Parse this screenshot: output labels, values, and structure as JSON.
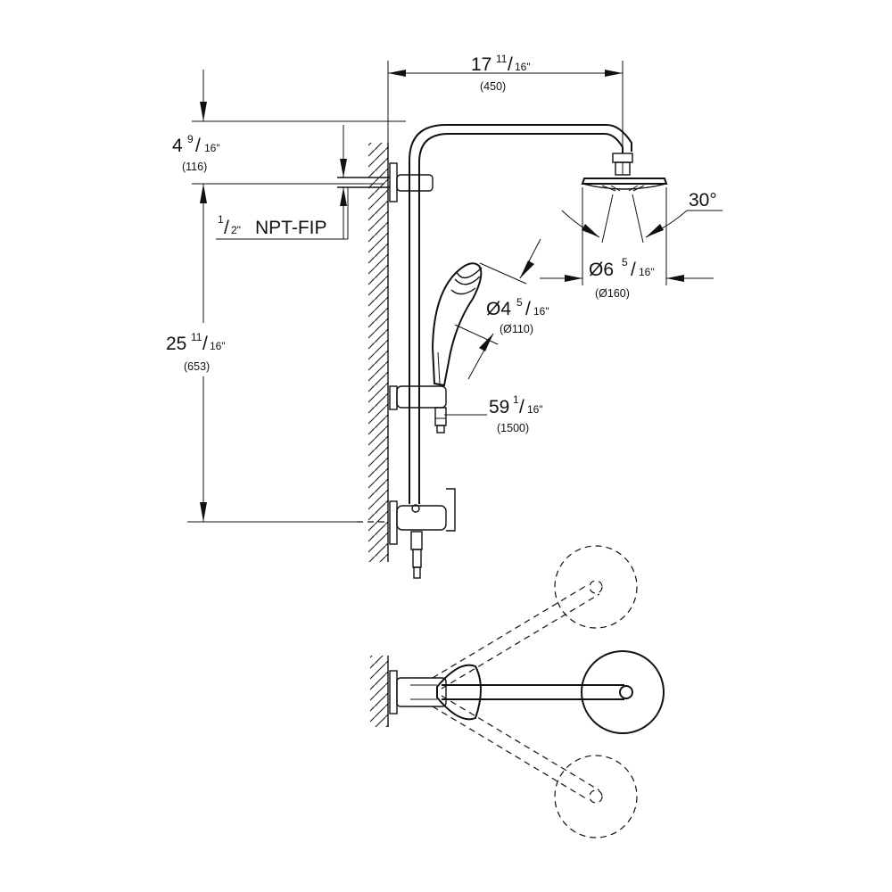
{
  "dimensions": {
    "width_top": {
      "whole": "17",
      "num": "11",
      "den": "16\"",
      "metric": "(450)"
    },
    "offset": {
      "whole": "4",
      "num": "9",
      "den": "16\"",
      "metric": "(116)"
    },
    "connection": {
      "num": "1",
      "den": "2\"",
      "label": "NPT-FIP"
    },
    "height": {
      "whole": "25",
      "num": "11",
      "den": "16\"",
      "metric": "(653)"
    },
    "angle": "30°",
    "head_diameter": {
      "whole": "Ø6",
      "num": "5",
      "den": "16\"",
      "metric": "(Ø160)"
    },
    "hand_diameter": {
      "whole": "Ø4",
      "num": "5",
      "den": "16\"",
      "metric": "(Ø110)"
    },
    "hose": {
      "whole": "59",
      "num": "1",
      "den": "16\"",
      "metric": "(1500)"
    }
  }
}
